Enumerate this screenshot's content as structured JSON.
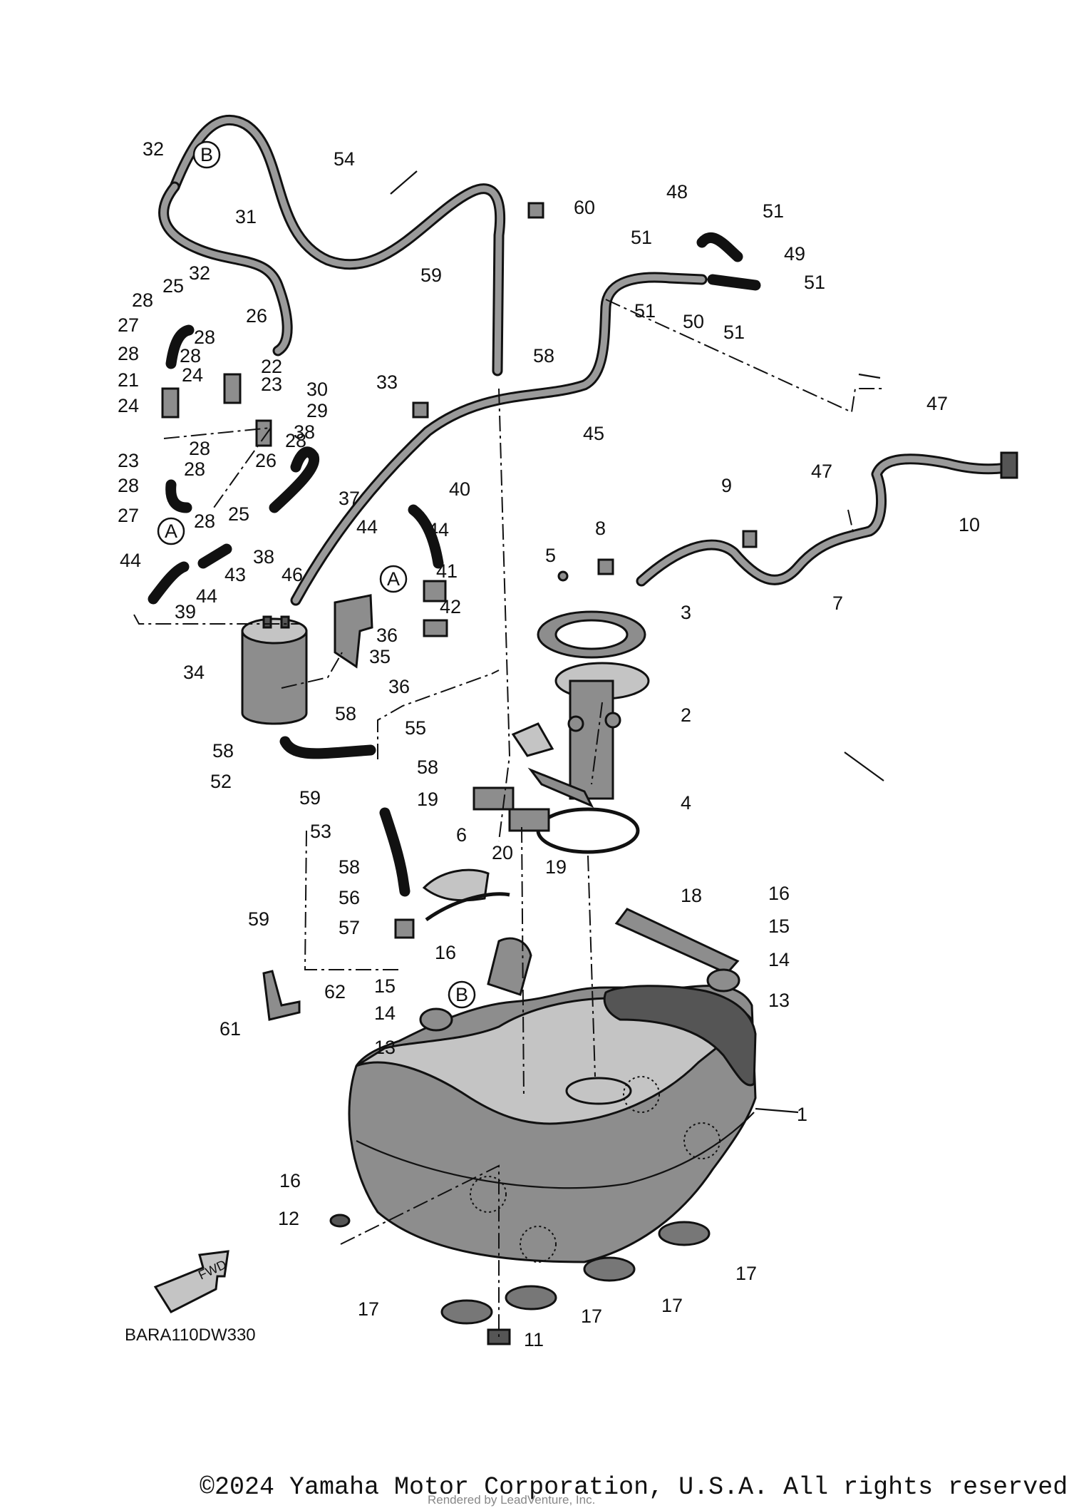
{
  "diagram": {
    "drawing_code": "BARA110DW330",
    "fwd_label": "FWD",
    "callouts": [
      {
        "id": "c1",
        "text": "1"
      },
      {
        "id": "c2",
        "text": "2"
      },
      {
        "id": "c3",
        "text": "3"
      },
      {
        "id": "c4",
        "text": "4"
      },
      {
        "id": "c5",
        "text": "5"
      },
      {
        "id": "c6",
        "text": "6"
      },
      {
        "id": "c7",
        "text": "7"
      },
      {
        "id": "c8",
        "text": "8"
      },
      {
        "id": "c9",
        "text": "9"
      },
      {
        "id": "c10",
        "text": "10"
      },
      {
        "id": "c11",
        "text": "11"
      },
      {
        "id": "c12",
        "text": "12"
      },
      {
        "id": "c13a",
        "text": "13"
      },
      {
        "id": "c13b",
        "text": "13"
      },
      {
        "id": "c14a",
        "text": "14"
      },
      {
        "id": "c14b",
        "text": "14"
      },
      {
        "id": "c15a",
        "text": "15"
      },
      {
        "id": "c15b",
        "text": "15"
      },
      {
        "id": "c16a",
        "text": "16"
      },
      {
        "id": "c16b",
        "text": "16"
      },
      {
        "id": "c16c",
        "text": "16"
      },
      {
        "id": "c17a",
        "text": "17"
      },
      {
        "id": "c17b",
        "text": "17"
      },
      {
        "id": "c17c",
        "text": "17"
      },
      {
        "id": "c17d",
        "text": "17"
      },
      {
        "id": "c18",
        "text": "18"
      },
      {
        "id": "c19a",
        "text": "19"
      },
      {
        "id": "c19b",
        "text": "19"
      },
      {
        "id": "c20",
        "text": "20"
      },
      {
        "id": "c21",
        "text": "21"
      },
      {
        "id": "c22",
        "text": "22"
      },
      {
        "id": "c23a",
        "text": "23"
      },
      {
        "id": "c23b",
        "text": "23"
      },
      {
        "id": "c24a",
        "text": "24"
      },
      {
        "id": "c24b",
        "text": "24"
      },
      {
        "id": "c25a",
        "text": "25"
      },
      {
        "id": "c25b",
        "text": "25"
      },
      {
        "id": "c26a",
        "text": "26"
      },
      {
        "id": "c26b",
        "text": "26"
      },
      {
        "id": "c27a",
        "text": "27"
      },
      {
        "id": "c27b",
        "text": "27"
      },
      {
        "id": "c28a",
        "text": "28"
      },
      {
        "id": "c28b",
        "text": "28"
      },
      {
        "id": "c28c",
        "text": "28"
      },
      {
        "id": "c28d",
        "text": "28"
      },
      {
        "id": "c28e",
        "text": "28"
      },
      {
        "id": "c28f",
        "text": "28"
      },
      {
        "id": "c28g",
        "text": "28"
      },
      {
        "id": "c28h",
        "text": "28"
      },
      {
        "id": "c28i",
        "text": "28"
      },
      {
        "id": "c29",
        "text": "29"
      },
      {
        "id": "c30",
        "text": "30"
      },
      {
        "id": "c31",
        "text": "31"
      },
      {
        "id": "c32a",
        "text": "32"
      },
      {
        "id": "c32b",
        "text": "32"
      },
      {
        "id": "c33",
        "text": "33"
      },
      {
        "id": "c34",
        "text": "34"
      },
      {
        "id": "c35",
        "text": "35"
      },
      {
        "id": "c36a",
        "text": "36"
      },
      {
        "id": "c36b",
        "text": "36"
      },
      {
        "id": "c37",
        "text": "37"
      },
      {
        "id": "c38a",
        "text": "38"
      },
      {
        "id": "c38b",
        "text": "38"
      },
      {
        "id": "c39",
        "text": "39"
      },
      {
        "id": "c40",
        "text": "40"
      },
      {
        "id": "c41",
        "text": "41"
      },
      {
        "id": "c42",
        "text": "42"
      },
      {
        "id": "c43",
        "text": "43"
      },
      {
        "id": "c44a",
        "text": "44"
      },
      {
        "id": "c44b",
        "text": "44"
      },
      {
        "id": "c44c",
        "text": "44"
      },
      {
        "id": "c44d",
        "text": "44"
      },
      {
        "id": "c45",
        "text": "45"
      },
      {
        "id": "c46",
        "text": "46"
      },
      {
        "id": "c47a",
        "text": "47"
      },
      {
        "id": "c47b",
        "text": "47"
      },
      {
        "id": "c48",
        "text": "48"
      },
      {
        "id": "c49",
        "text": "49"
      },
      {
        "id": "c50",
        "text": "50"
      },
      {
        "id": "c51a",
        "text": "51"
      },
      {
        "id": "c51b",
        "text": "51"
      },
      {
        "id": "c51c",
        "text": "51"
      },
      {
        "id": "c51d",
        "text": "51"
      },
      {
        "id": "c51e",
        "text": "51"
      },
      {
        "id": "c52",
        "text": "52"
      },
      {
        "id": "c53",
        "text": "53"
      },
      {
        "id": "c54",
        "text": "54"
      },
      {
        "id": "c55",
        "text": "55"
      },
      {
        "id": "c56",
        "text": "56"
      },
      {
        "id": "c57",
        "text": "57"
      },
      {
        "id": "c58a",
        "text": "58"
      },
      {
        "id": "c58b",
        "text": "58"
      },
      {
        "id": "c58c",
        "text": "58"
      },
      {
        "id": "c58d",
        "text": "58"
      },
      {
        "id": "c58e",
        "text": "58"
      },
      {
        "id": "c59a",
        "text": "59"
      },
      {
        "id": "c59b",
        "text": "59"
      },
      {
        "id": "c59c",
        "text": "59"
      },
      {
        "id": "c60",
        "text": "60"
      },
      {
        "id": "c61",
        "text": "61"
      },
      {
        "id": "c62",
        "text": "62"
      }
    ],
    "reference_markers": [
      {
        "id": "mA1",
        "text": "A"
      },
      {
        "id": "mA2",
        "text": "A"
      },
      {
        "id": "mB1",
        "text": "B"
      },
      {
        "id": "mB2",
        "text": "B"
      }
    ]
  },
  "footer": {
    "copyright": "©2024 Yamaha Motor Corporation, U.S.A. All rights reserved.",
    "rendered_by": "Rendered by LeadVenture, Inc."
  }
}
